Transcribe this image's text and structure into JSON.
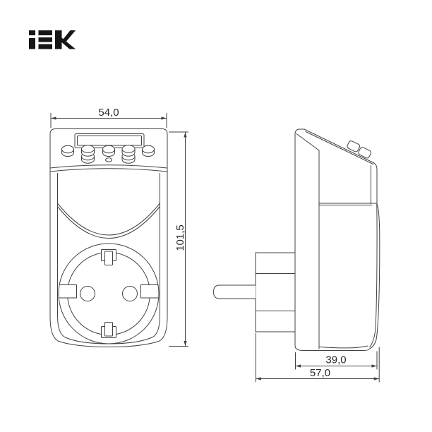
{
  "page": {
    "background": "#ffffff"
  },
  "logo": {
    "brand": "iEK"
  },
  "dimensions": {
    "front_width_mm": "54,0",
    "front_height_mm": "101,5",
    "side_body_depth_mm": "39,0",
    "side_overall_depth_mm": "57,0"
  },
  "colors": {
    "line": "#414141",
    "dim_text": "#2a2a2a",
    "logo": "#161616",
    "background": "#ffffff"
  }
}
